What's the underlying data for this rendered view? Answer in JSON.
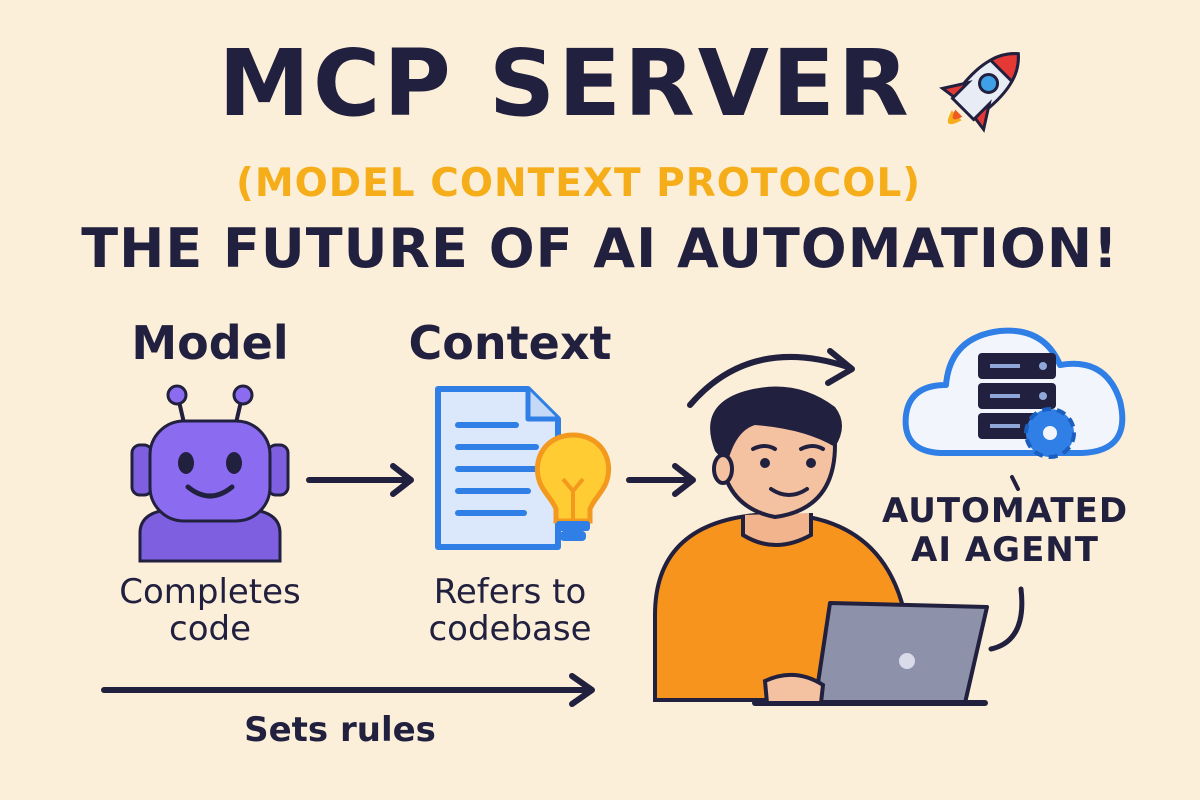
{
  "header": {
    "title": "MCP SERVER",
    "subtitle": "(MODEL CONTEXT PROTOCOL)",
    "tagline": "THE FUTURE OF AI AUTOMATION!",
    "title_icon": "rocket-icon"
  },
  "model": {
    "heading": "Model",
    "caption_line1": "Completes",
    "caption_line2": "code",
    "icon": "robot-icon"
  },
  "context": {
    "heading": "Context",
    "caption_line1": "Refers to",
    "caption_line2": "codebase",
    "icon": "document-lightbulb-icon"
  },
  "agent": {
    "label_line1": "AUTOMATED",
    "label_line2": "AI AGENT",
    "icon": "cloud-server-gear-icon"
  },
  "user": {
    "icon": "person-laptop-icon"
  },
  "rules": {
    "label": "Sets rules"
  },
  "colors": {
    "background": "#fcefd9",
    "ink": "#22203f",
    "accent": "#f6ad1a",
    "robot": "#8b6cf0",
    "document": "#2f7fe6",
    "shirt": "#f7941d"
  }
}
